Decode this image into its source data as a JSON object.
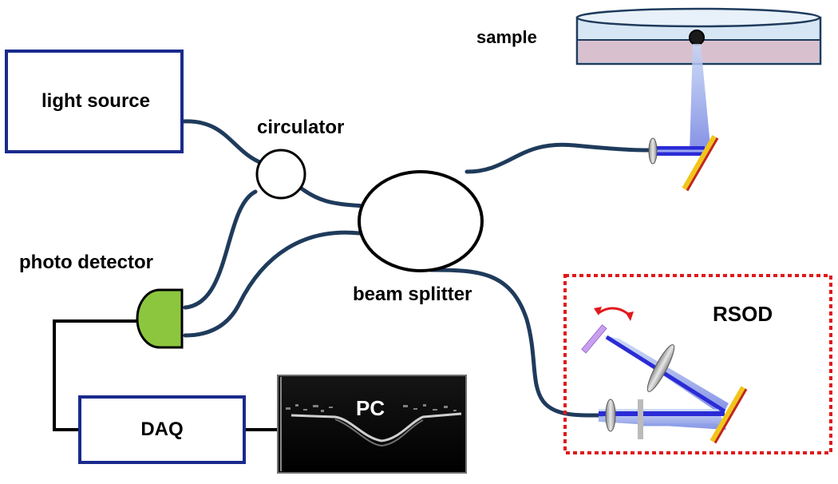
{
  "labels": {
    "light_source": "light source",
    "circulator": "circulator",
    "beam_splitter": "beam splitter",
    "photo_detector": "photo detector",
    "daq": "DAQ",
    "pc": "PC",
    "sample": "sample",
    "rsod": "RSOD"
  },
  "colors": {
    "fiber": "#1f3b5c",
    "box_border": "#1a2a8c",
    "detector_fill": "#8cc63f",
    "beam_blue": "#2b2bd6",
    "mirror_yellow": "#f2c51a",
    "mirror_red": "#c0261d",
    "rsod_dash": "#e0191c",
    "galvo_violet": "#c9a0f0",
    "pc_screen": "#000000",
    "sample_dish": "#d6e6f5",
    "sample_medium": "#d9b8c8"
  }
}
